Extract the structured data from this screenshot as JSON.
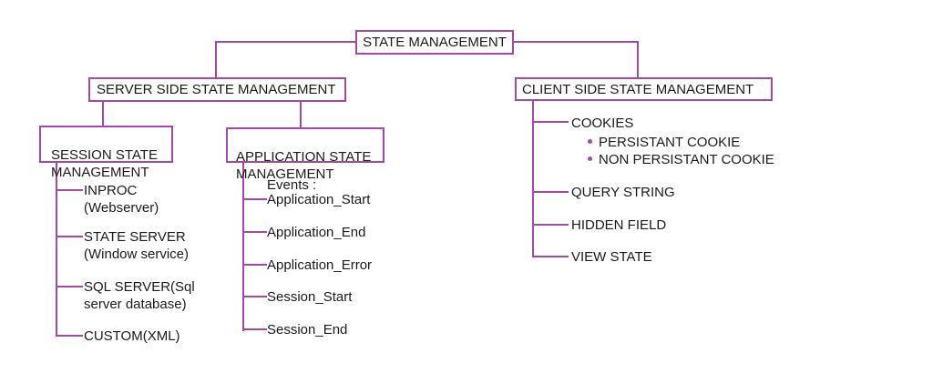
{
  "colors": {
    "accent": "#A349A4",
    "text": "#1A1A1A",
    "background": "#FFFFFF"
  },
  "diagram": {
    "root": {
      "title": "STATE MANAGEMENT"
    },
    "server": {
      "title": "SERVER SIDE STATE MANAGEMENT",
      "session": {
        "title": "SESSION STATE\nMANAGEMENT",
        "items": [
          "INPROC\n(Webserver)",
          "STATE SERVER\n(Window service)",
          "SQL SERVER(Sql\nserver database)",
          "CUSTOM(XML)"
        ]
      },
      "application": {
        "title": "APPLICATION STATE\nMANAGEMENT",
        "events_label": "Events :",
        "items": [
          "Application_Start",
          "Application_End",
          "Application_Error",
          "Session_Start",
          "Session_End"
        ]
      }
    },
    "client": {
      "title": "CLIENT SIDE STATE MANAGEMENT",
      "cookies_label": "COOKIES",
      "cookie_types": [
        "PERSISTANT COOKIE",
        "NON PERSISTANT COOKIE"
      ],
      "items": [
        "QUERY STRING",
        "HIDDEN FIELD",
        "VIEW STATE"
      ]
    }
  }
}
